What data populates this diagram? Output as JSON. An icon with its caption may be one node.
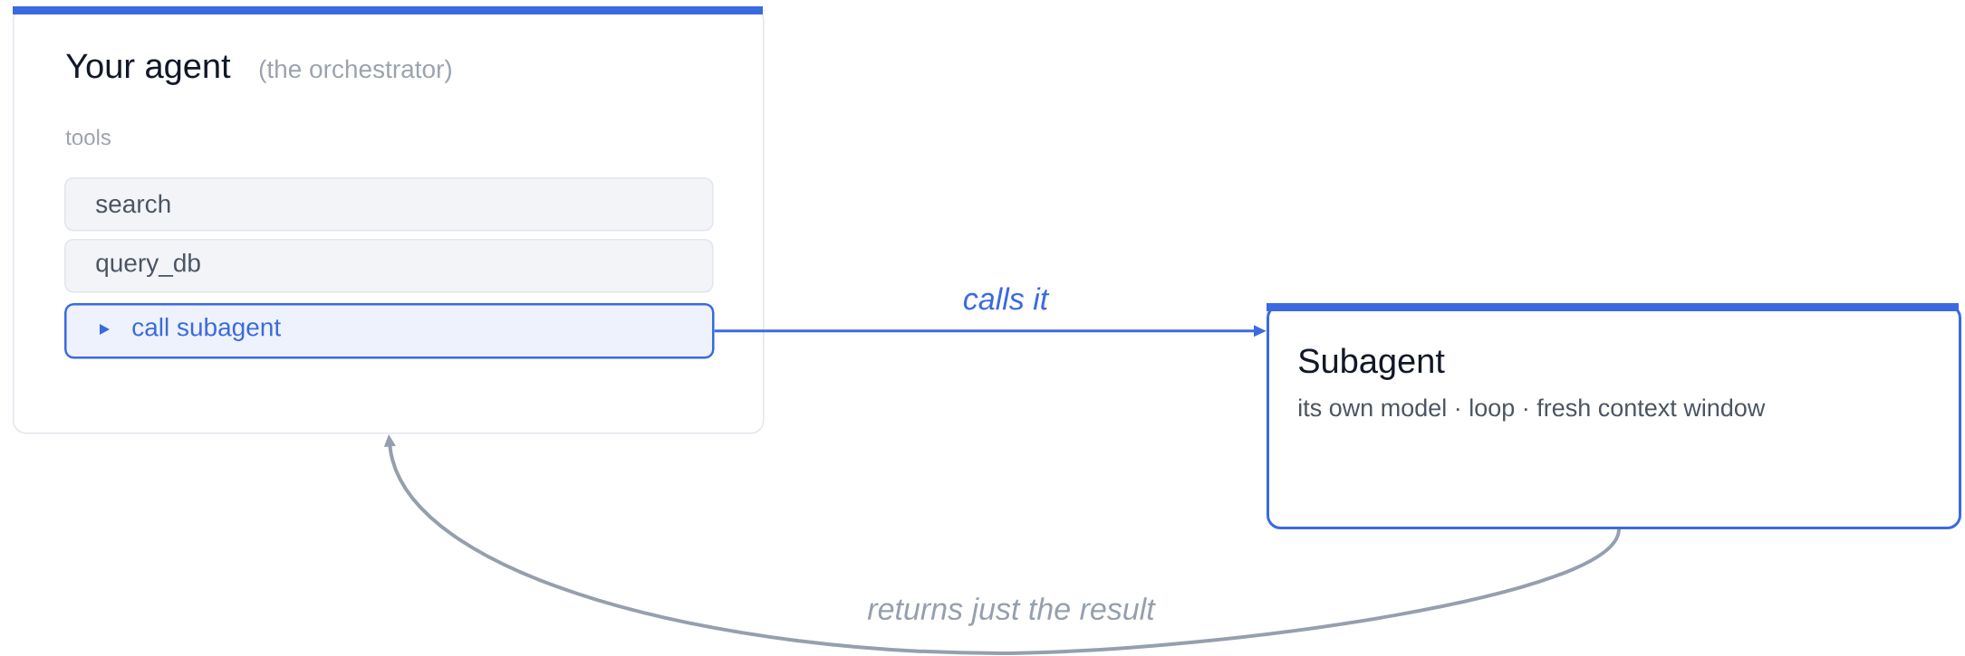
{
  "diagram": {
    "nodes": [
      {
        "text": [
          "Your agent",
          "(the orchestrator)",
          "tools"
        ]
      },
      {
        "text": [
          "search"
        ],
        "in": 0
      },
      {
        "text": [
          "query_db"
        ],
        "in": 0
      },
      {
        "text": [
          "call subagent"
        ],
        "in": 0
      },
      {
        "text": [
          "Subagent",
          "its own model · loop · fresh context window"
        ]
      }
    ],
    "edges": [
      {
        "from": 3,
        "to": 4,
        "arrow": "to",
        "label": "calls it",
        "color": "#3b6ae0"
      },
      {
        "from": 4,
        "to": 0,
        "arrow": "to",
        "label": "returns just the result",
        "color": "#959fae"
      }
    ]
  }
}
